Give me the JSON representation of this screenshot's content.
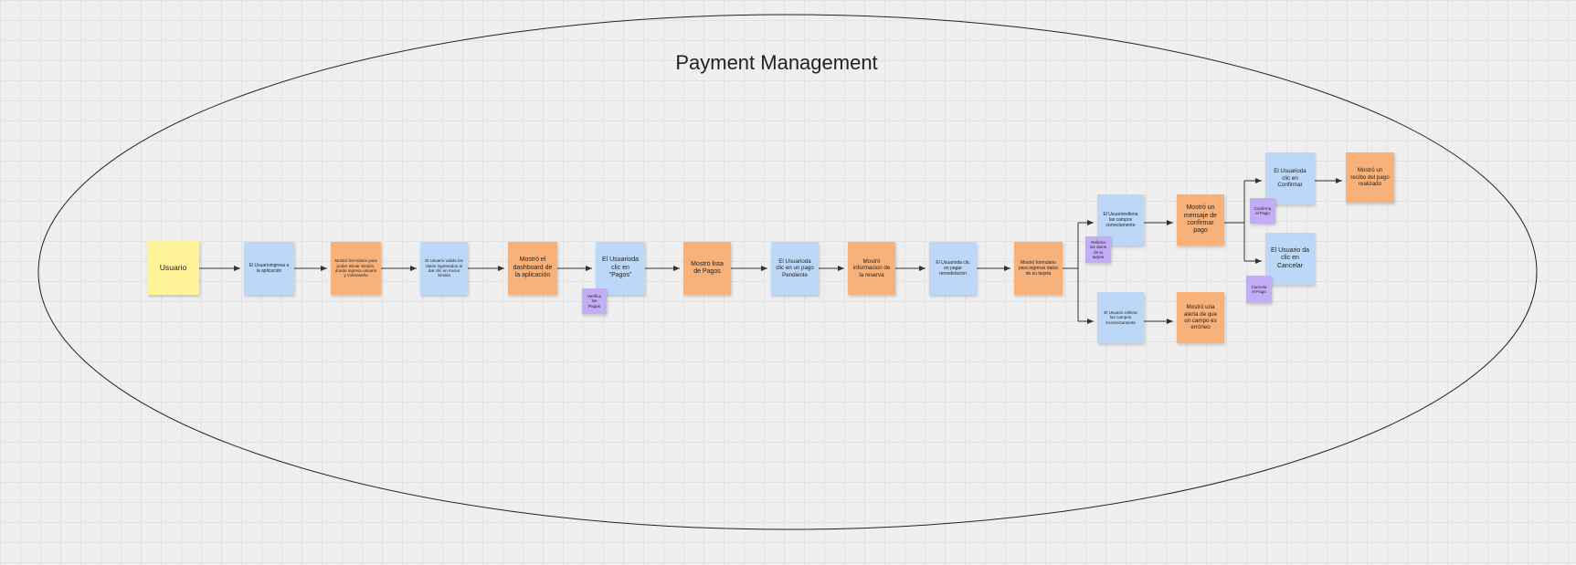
{
  "board": {
    "title": "Payment Management"
  },
  "notes": {
    "usuario": "Usuario",
    "ingresa": "El Usuarioingresa a la aplicación",
    "formulario_inicio": "Mostró formulario para poder Iniciar Sesión, donde ingresa usuario y contraseña",
    "valida_datos": "El Usuario valida los datos ingresados al dar clic en Iniciar Sesión",
    "dashboard": "Mostró el dashboard de la aplicación",
    "clic_pagos": "El Usuarioda clic en \"Pagos\"",
    "verifica_pagos": "Verifica los Pagos",
    "lista_pagos": "Mostró lista de Pagos",
    "clic_pendiente": "El Usuarioda clic en un pago Pendiente",
    "info_reserva": "Mostró informacion de la reserva",
    "clic_pagar": "El Usuarioda clic en pagar remodelacion",
    "formulario_tarjeta": "Mostró formulario para ingresar datos de su tarjeta",
    "rellena_correcto": "El Usuariorellena las campos correctamente",
    "datos_tarjeta": "Rellena los datos de la tarjeta",
    "mensaje_confirmar": "Mostró un mensaje de confirmar pago",
    "clic_confirmar": "El Usuarioda clic en Confirmar",
    "confirma_pago": "Confirma el Pago",
    "recibo": "Mostró un recibo del pago realizado",
    "clic_cancelar": "El Usuario da clic en Cancelar",
    "cancela_pago": "Cancela el Pago",
    "rellena_incorrecto": "El Usuario rellena los campos incorrectamente",
    "alerta": "Mostró una alerta de que un campo es erróneo"
  },
  "colors": {
    "yellow": "#fff39a",
    "blue": "#bcd7f8",
    "orange": "#f8b178",
    "purple": "#c3aef5",
    "connector": "#333333"
  }
}
